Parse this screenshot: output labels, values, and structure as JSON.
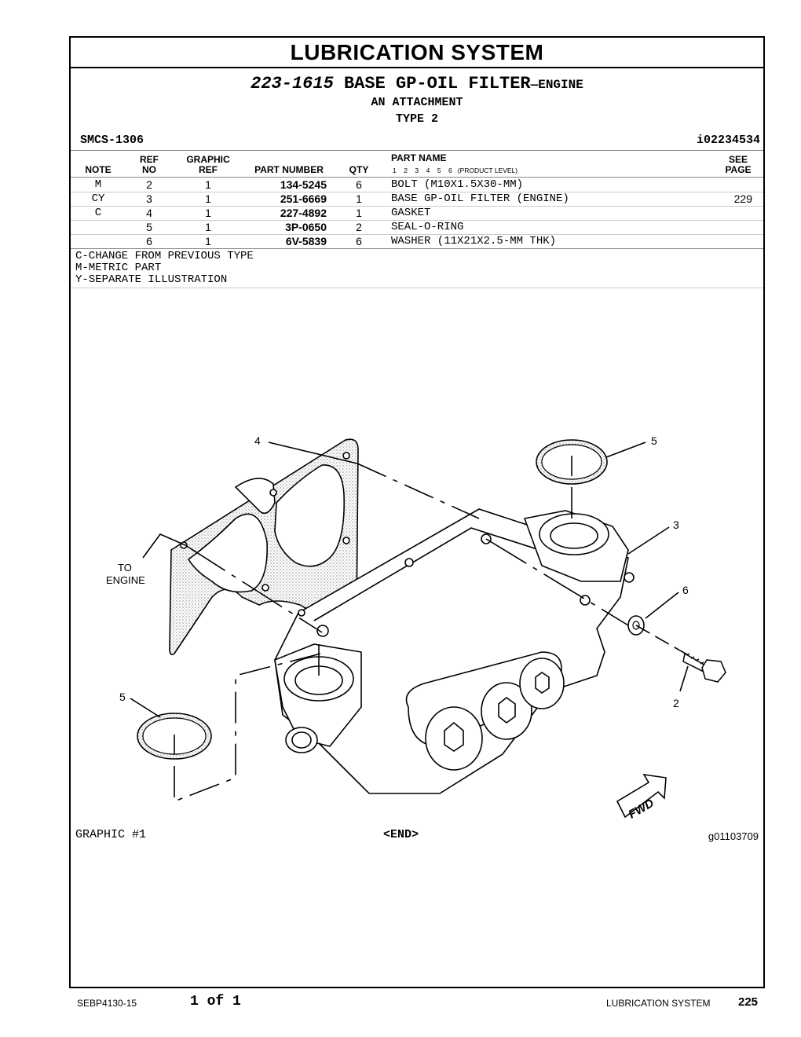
{
  "header": {
    "title": "LUBRICATION SYSTEM",
    "group_number": "223-1615",
    "group_name": "BASE GP-OIL FILTER",
    "group_qualifier": "—ENGINE",
    "attachment": "AN ATTACHMENT",
    "type": "TYPE 2",
    "smcs": "SMCS-1306",
    "doc_id": "i02234534"
  },
  "table": {
    "col_note": "NOTE",
    "col_ref_top": "REF",
    "col_ref_bottom": "NO",
    "col_graphic_top": "GRAPHIC",
    "col_graphic_bottom": "REF",
    "col_part_number": "PART NUMBER",
    "col_qty": "QTY",
    "col_part_name": "PART NAME",
    "levels": [
      "1",
      "2",
      "3",
      "4",
      "5",
      "6"
    ],
    "levels_label": "(PRODUCT LEVEL)",
    "col_see_top": "SEE",
    "col_see_bottom": "PAGE",
    "rows": [
      {
        "note": "M",
        "ref": "2",
        "graphic": "1",
        "part_number": "134-5245",
        "qty": "6",
        "name": "BOLT (M10X1.5X30-MM)",
        "see": ""
      },
      {
        "note": "CY",
        "ref": "3",
        "graphic": "1",
        "part_number": "251-6669",
        "qty": "1",
        "name": "BASE GP-OIL FILTER (ENGINE)",
        "see": "229"
      },
      {
        "note": "C",
        "ref": "4",
        "graphic": "1",
        "part_number": "227-4892",
        "qty": "1",
        "name": "GASKET",
        "see": ""
      },
      {
        "note": "",
        "ref": "5",
        "graphic": "1",
        "part_number": "3P-0650",
        "qty": "2",
        "name": "SEAL-O-RING",
        "see": ""
      },
      {
        "note": "",
        "ref": "6",
        "graphic": "1",
        "part_number": "6V-5839",
        "qty": "6",
        "name": "WASHER (11X21X2.5-MM THK)",
        "see": ""
      }
    ],
    "legend": [
      "C-CHANGE FROM PREVIOUS TYPE",
      "M-METRIC PART",
      "Y-SEPARATE ILLUSTRATION"
    ]
  },
  "illustration": {
    "callouts": [
      "4",
      "5",
      "3",
      "6",
      "2",
      "5"
    ],
    "to_engine_line1": "TO",
    "to_engine_line2": "ENGINE",
    "fwd": "FWD",
    "graphic_label": "GRAPHIC #1",
    "end_label": "<END>",
    "graphic_id": "g01103709"
  },
  "footer": {
    "doc_code": "SEBP4130-15",
    "pages": "1 of 1",
    "section": "LUBRICATION SYSTEM",
    "page_number": "225"
  }
}
